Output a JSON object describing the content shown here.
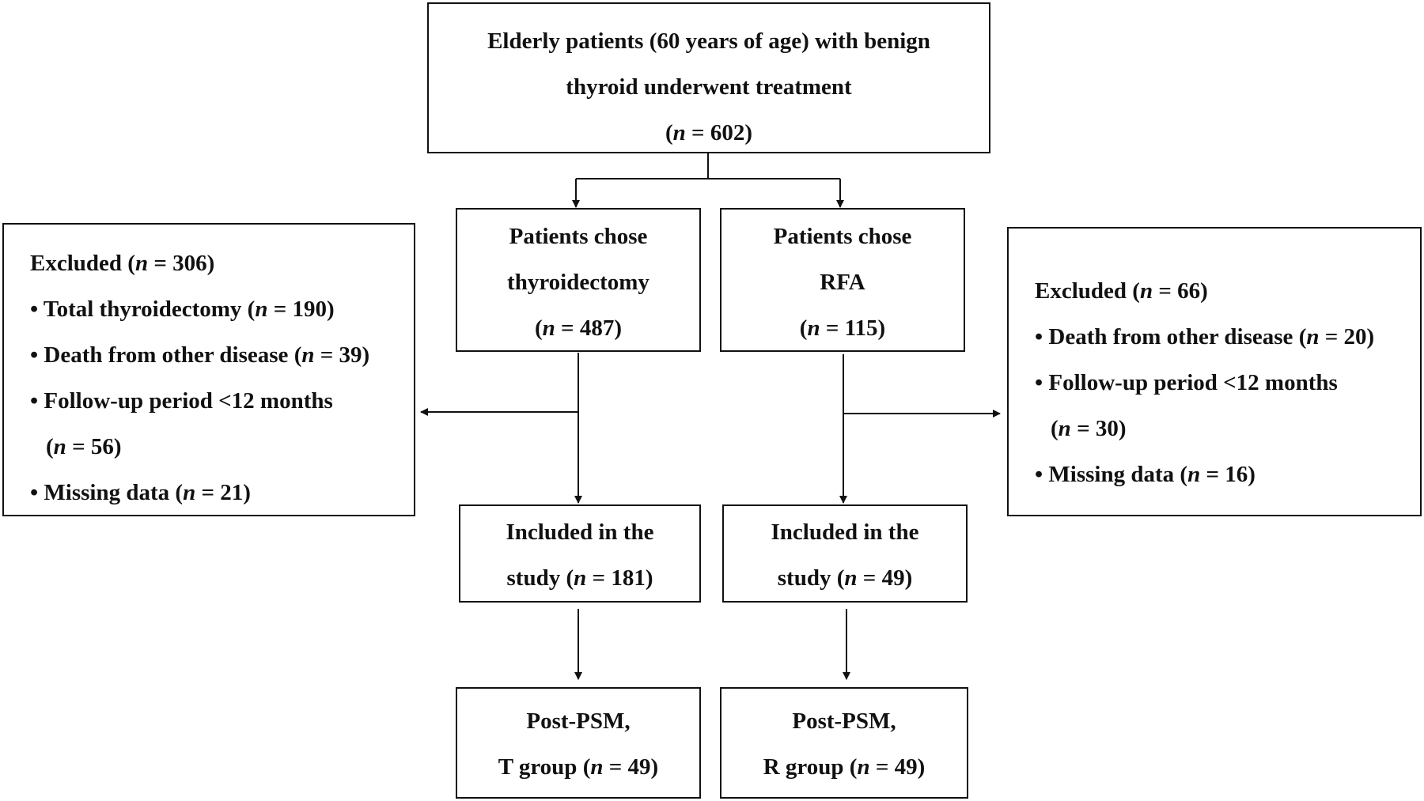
{
  "top": {
    "line1": "Elderly patients (60 years of age) with benign",
    "line2": "thyroid underwent treatment",
    "count": "602"
  },
  "thyroidectomy": {
    "line1": "Patients chose",
    "line2": "thyroidectomy",
    "count": "487"
  },
  "rfa": {
    "line1": "Patients chose",
    "line2": "RFA",
    "count": "115"
  },
  "excluded_left": {
    "head": "Excluded",
    "count": "306",
    "items": [
      {
        "label": "Total thyroidectomy",
        "count": "190"
      },
      {
        "label": "Death from other disease",
        "count": "39"
      },
      {
        "label": "Follow-up period <12 months",
        "count": "56"
      },
      {
        "label": "Missing data",
        "count": "21"
      }
    ]
  },
  "excluded_right": {
    "head": "Excluded",
    "count": "66",
    "items": [
      {
        "label": "Death from other disease",
        "count": "20"
      },
      {
        "label": "Follow-up period <12 months",
        "count": "30"
      },
      {
        "label": "Missing data",
        "count": "16"
      }
    ]
  },
  "included_t": {
    "line1": "Included in the",
    "line2": "study",
    "count": "181"
  },
  "included_r": {
    "line1": "Included in the",
    "line2": "study",
    "count": "49"
  },
  "post_t": {
    "line1": "Post-PSM,",
    "line2": "T group",
    "count": "49"
  },
  "post_r": {
    "line1": "Post-PSM,",
    "line2": "R group",
    "count": "49"
  },
  "symbols": {
    "n": "n",
    "eq": " = ",
    "open": "(",
    "close": ")",
    "bullet": "• "
  }
}
